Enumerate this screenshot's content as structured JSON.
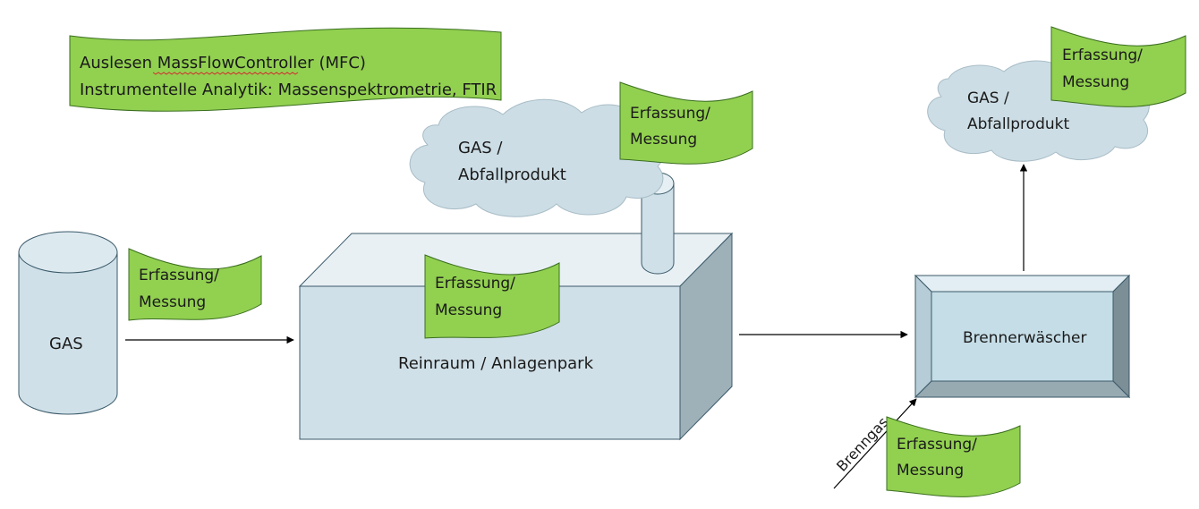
{
  "note_banner": {
    "line1_prefix": "Auslesen ",
    "line1_word": "MassFlowController",
    "line1_suffix": " (MFC)",
    "line2": "Instrumentelle Analytik: Massenspektrometrie, FTIR"
  },
  "source_cylinder": {
    "label": "GAS"
  },
  "cleanroom_box": {
    "label": "Reinraum / Anlagenpark"
  },
  "exhaust_cloud_center": {
    "line1": "GAS /",
    "line2": "Abfallprodukt"
  },
  "exhaust_cloud_right": {
    "line1": "GAS /",
    "line2": "Abfallprodukt"
  },
  "burner_scrubber": {
    "label": "Brennerwäscher"
  },
  "fuel_gas_arrow": {
    "label": "Brenngas"
  },
  "measurement_flags": [
    {
      "line1": "Erfassung/",
      "line2": "Messung"
    },
    {
      "line1": "Erfassung/",
      "line2": "Messung"
    },
    {
      "line1": "Erfassung/",
      "line2": "Messung"
    },
    {
      "line1": "Erfassung/",
      "line2": "Messung"
    },
    {
      "line1": "Erfassung/",
      "line2": "Messung"
    }
  ],
  "colors": {
    "flag_fill": "#92d050",
    "flag_stroke": "#3a6e1f",
    "cylinder_fill": "#cfe0e8",
    "cloud_fill": "#ccdde5",
    "box_front": "#d0e0e8",
    "box_side": "#9eb0b8",
    "scrubber_face": "#c5dde7",
    "line": "#000000",
    "spell_underline": "#d03030"
  }
}
